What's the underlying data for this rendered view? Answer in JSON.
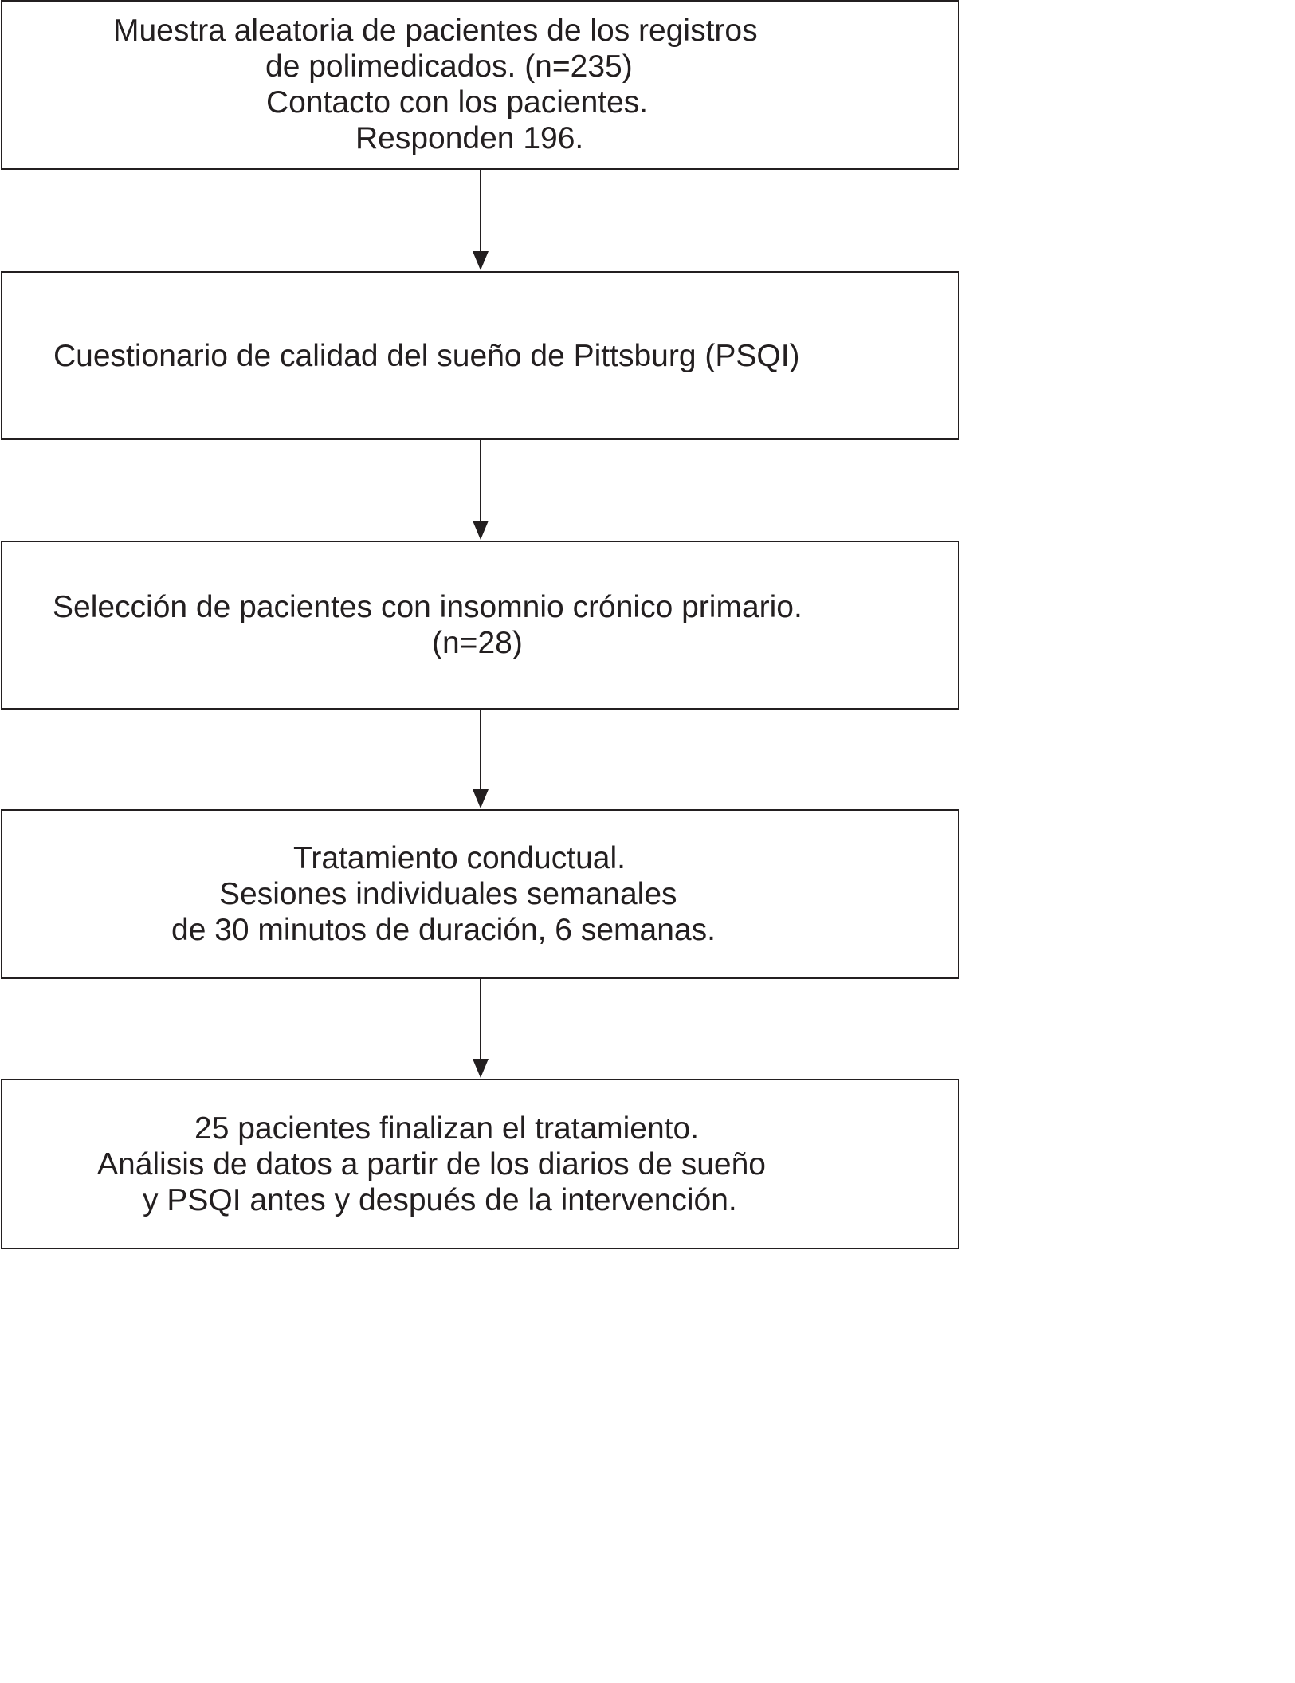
{
  "flowchart": {
    "steps": [
      {
        "lines": [
          "Muestra aleatoria de pacientes de los registros",
          "de polimedicados. (n=235)",
          "Contacto con los pacientes.",
          "Responden 196."
        ]
      },
      {
        "lines": [
          "Cuestionario de calidad del sueño de Pittsburg (PSQI)"
        ]
      },
      {
        "lines": [
          "Selección de pacientes con insomnio crónico primario.",
          "(n=28)"
        ]
      },
      {
        "lines": [
          "Tratamiento conductual.",
          "Sesiones individuales semanales",
          "de 30 minutos de duración, 6 semanas."
        ]
      },
      {
        "lines": [
          "25 pacientes finalizan el tratamiento.",
          "Análisis de datos a partir de los diarios de sueño",
          "y PSQI antes y después de la intervención."
        ]
      }
    ],
    "colors": {
      "stroke": "#231f20",
      "background": "#ffffff"
    }
  }
}
